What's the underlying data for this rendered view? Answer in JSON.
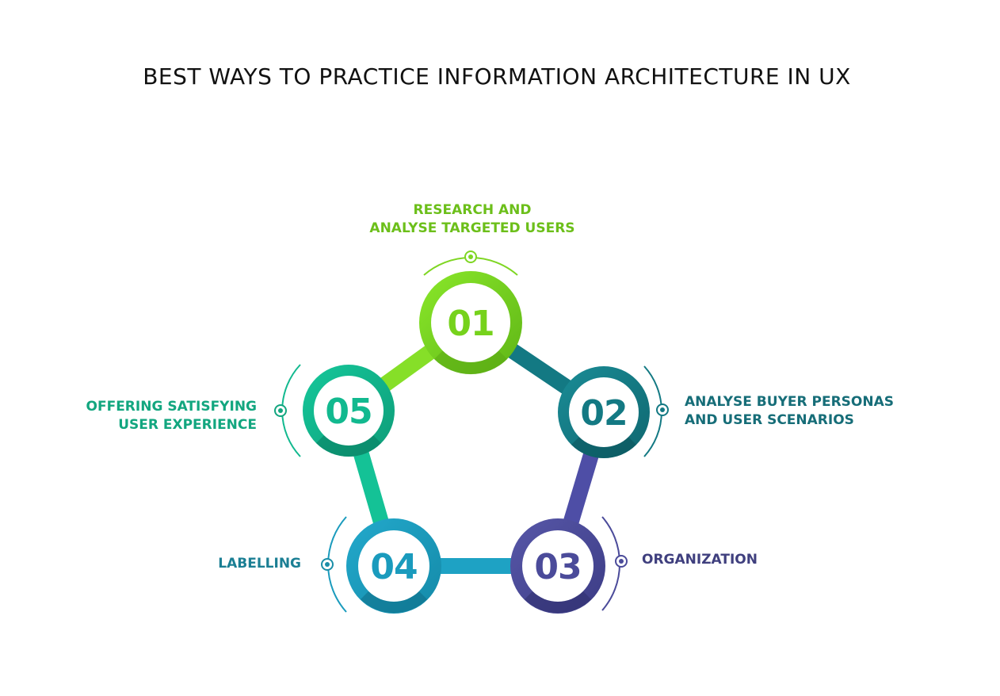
{
  "title": "BEST WAYS TO PRACTICE INFORMATION ARCHITECTURE IN UX",
  "steps": [
    {
      "number": "01",
      "label_lines": [
        "RESEARCH AND",
        "ANALYSE TARGETED USERS"
      ],
      "color": "#76d21c",
      "dark_color": "#5da816"
    },
    {
      "number": "02",
      "label_lines": [
        "ANALYSE BUYER PERSONAS",
        "AND USER SCENARIOS"
      ],
      "color": "#137983",
      "dark_color": "#0d5d66"
    },
    {
      "number": "03",
      "label_lines": [
        "ORGANIZATION"
      ],
      "color": "#4b4b9a",
      "dark_color": "#3a3a80"
    },
    {
      "number": "04",
      "label_lines": [
        "LABELLING"
      ],
      "color": "#1a9bbd",
      "dark_color": "#137d99"
    },
    {
      "number": "05",
      "label_lines": [
        "OFFERING SATISFYING",
        "USER EXPERIENCE"
      ],
      "color": "#12b98f",
      "dark_color": "#0d9673"
    }
  ],
  "label_colors": {
    "step_01": "#6cbf1a",
    "step_02": "#166d78",
    "step_03": "#3f3f7e",
    "step_04": "#1b7f94",
    "step_05": "#12a67f"
  }
}
